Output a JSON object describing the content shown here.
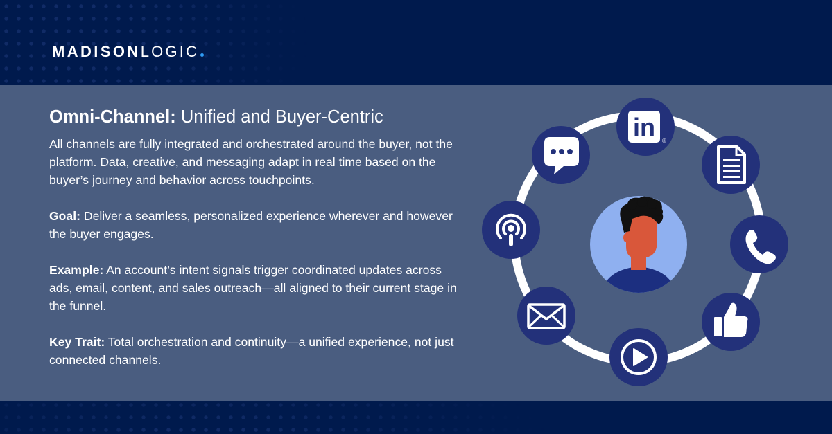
{
  "logo": {
    "bold": "MADISON",
    "light": "LOGIC"
  },
  "heading": {
    "strong": "Omni-Channel:",
    "rest": " Unified and Buyer-Centric"
  },
  "body": "All channels are fully integrated and orchestrated around the buyer, not the platform. Data, creative, and messaging adapt in real time based on the buyer’s journey and behavior across touchpoints.",
  "goal": {
    "label": "Goal:",
    "text": " Deliver a seamless, personalized experience wherever and however the buyer engages."
  },
  "example": {
    "label": "Example:",
    "text": " An account’s intent signals trigger coordinated updates across ads, email, content, and sales outreach—all aligned to their current stage in the funnel."
  },
  "key_trait": {
    "label": "Key Trait:",
    "text": " Total orchestration and continuity—a unified experience, not just connected channels."
  },
  "icons": {
    "linkedin": "in",
    "registered": "®"
  },
  "colors": {
    "background": "#001a4d",
    "panel": "#4a5d80",
    "icon_circle": "#23317a",
    "ring": "#ffffff",
    "accent_dot": "#2f9cf4",
    "avatar_bg": "#8fb0f0",
    "skin": "#d9573a",
    "shirt": "#1c2f80"
  }
}
